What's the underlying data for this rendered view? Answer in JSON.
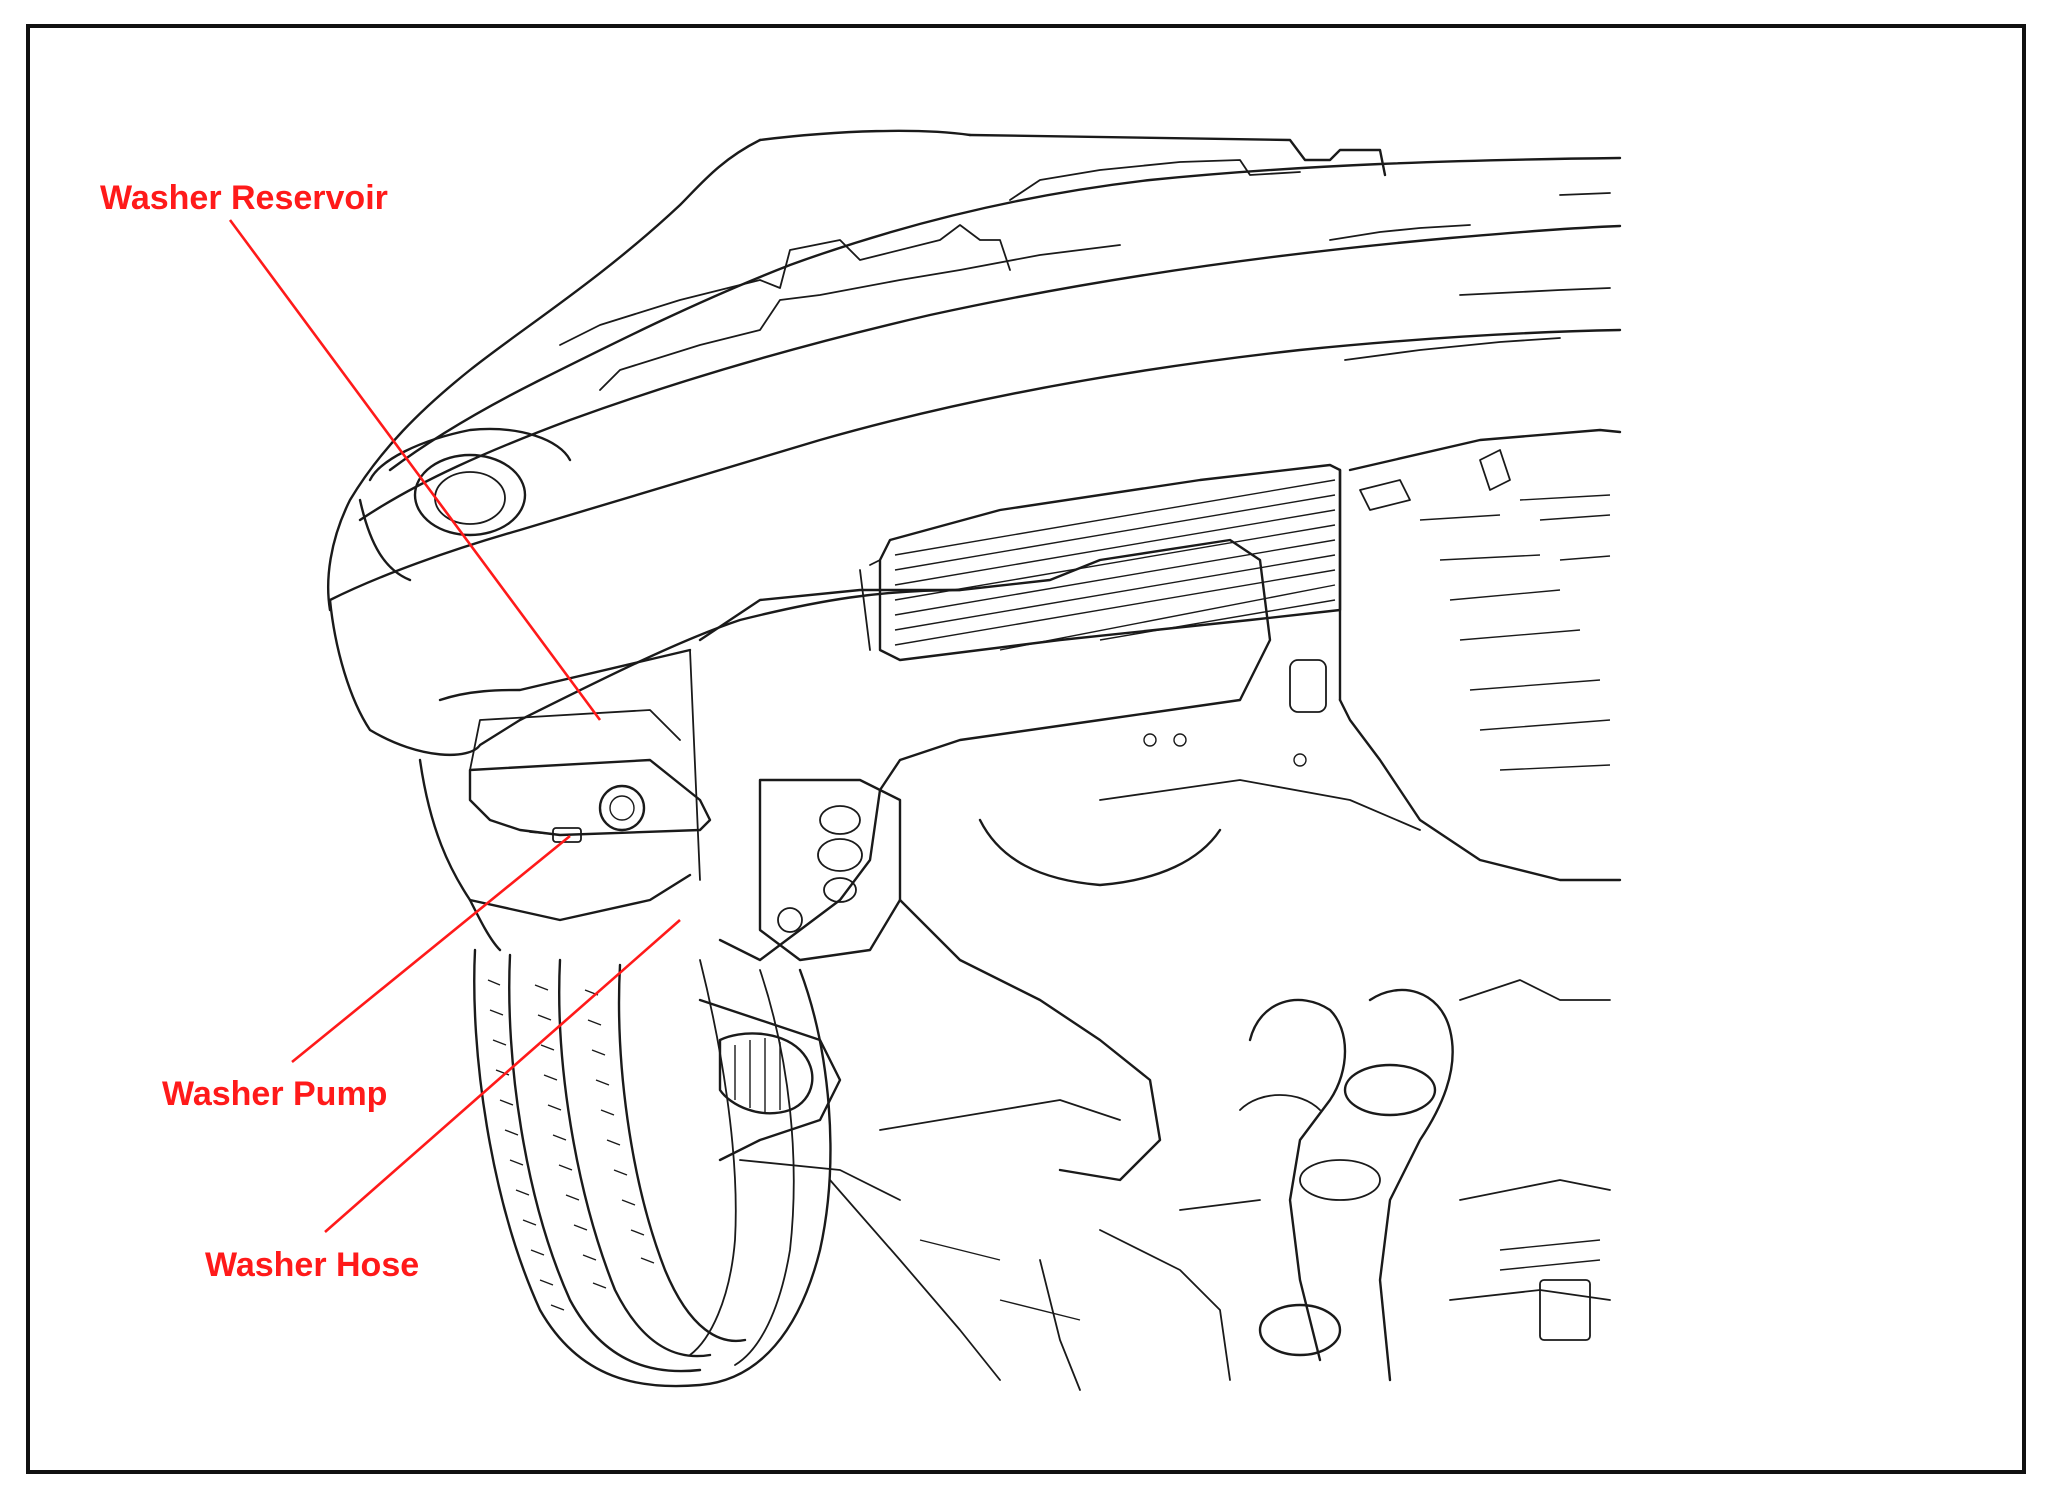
{
  "colors": {
    "callout": "#ff1a1a",
    "line": "#1a1a1a",
    "frame": "#111111",
    "background": "#ffffff"
  },
  "callouts": {
    "reservoir": "Washer Reservoir",
    "pump": "Washer Pump",
    "hose": "Washer Hose"
  }
}
